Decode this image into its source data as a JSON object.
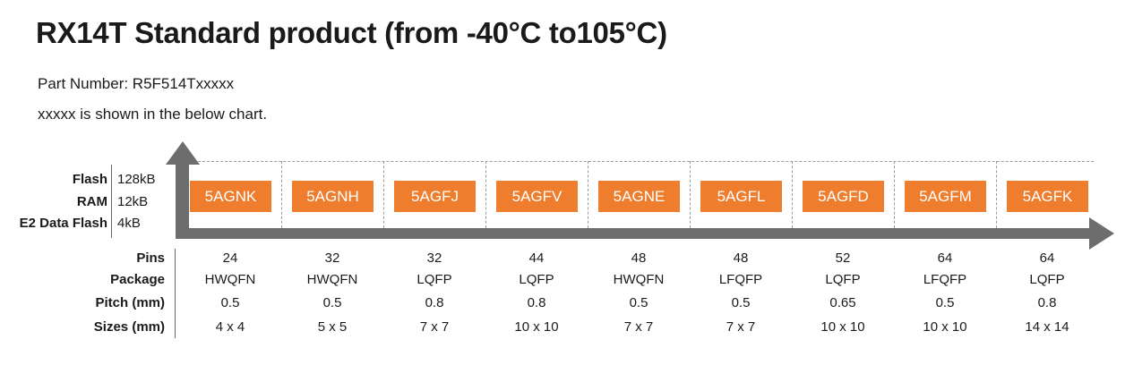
{
  "title": "RX14T Standard product (from -40°C to105°C)",
  "part_number_text": "Part Number: R5F514Txxxxx",
  "chart_note": "xxxxx is shown in the below chart.",
  "memory": {
    "flash_label": "Flash",
    "flash_value": "128kB",
    "ram_label": "RAM",
    "ram_value": "12kB",
    "e2_label": "E2 Data Flash",
    "e2_value": "4kB"
  },
  "row_labels": {
    "pins": "Pins",
    "package": "Package",
    "pitch": "Pitch (mm)",
    "sizes": "Sizes (mm)"
  },
  "colors": {
    "box": "#ef7d2e",
    "axis": "#6d6d6d"
  },
  "products": [
    {
      "code": "5AGNK",
      "pins": "24",
      "package": "HWQFN",
      "pitch": "0.5",
      "size": "4 x 4"
    },
    {
      "code": "5AGNH",
      "pins": "32",
      "package": "HWQFN",
      "pitch": "0.5",
      "size": "5 x 5"
    },
    {
      "code": "5AGFJ",
      "pins": "32",
      "package": "LQFP",
      "pitch": "0.8",
      "size": "7 x 7"
    },
    {
      "code": "5AGFV",
      "pins": "44",
      "package": "LQFP",
      "pitch": "0.8",
      "size": "10 x 10"
    },
    {
      "code": "5AGNE",
      "pins": "48",
      "package": "HWQFN",
      "pitch": "0.5",
      "size": "7 x 7"
    },
    {
      "code": "5AGFL",
      "pins": "48",
      "package": "LFQFP",
      "pitch": "0.5",
      "size": "7 x 7"
    },
    {
      "code": "5AGFD",
      "pins": "52",
      "package": "LQFP",
      "pitch": "0.65",
      "size": "10 x 10"
    },
    {
      "code": "5AGFM",
      "pins": "64",
      "package": "LFQFP",
      "pitch": "0.5",
      "size": "10 x 10"
    },
    {
      "code": "5AGFK",
      "pins": "64",
      "package": "LQFP",
      "pitch": "0.8",
      "size": "14 x 14"
    }
  ]
}
